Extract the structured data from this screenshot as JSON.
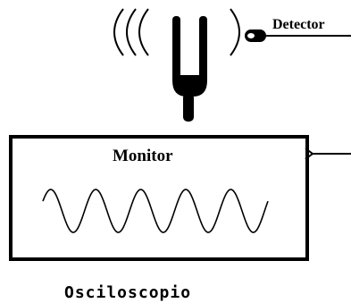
{
  "labels": {
    "detector": "Detector",
    "monitor": "Monitor",
    "caption": "Osciloscopio"
  },
  "icons": {
    "tuning_fork": "tuning-fork-icon",
    "sound_waves": "sound-waves-icon",
    "detector": "microphone-icon",
    "waveform": "sine-wave-icon"
  },
  "waveform": {
    "cycles": 5
  },
  "colors": {
    "ink": "#000000",
    "background": "#ffffff"
  }
}
